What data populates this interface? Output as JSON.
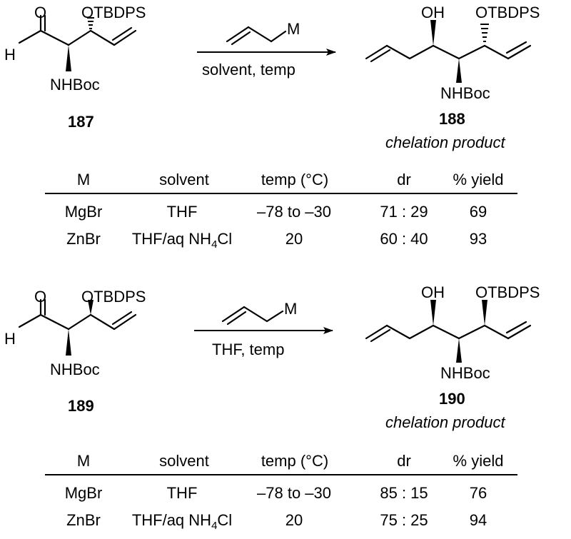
{
  "schemes": [
    {
      "substrate": {
        "protecting_group_top": "OTBDPS",
        "carbonyl_O": "O",
        "aldehyde_H": "H",
        "amine": "NHBoc",
        "compound_number": "187"
      },
      "reagent": {
        "metal": "M",
        "conditions": "solvent, temp"
      },
      "product": {
        "hydroxyl": "OH",
        "protecting_group_top": "OTBDPS",
        "amine": "NHBoc",
        "compound_number": "188",
        "caption": "chelation product"
      },
      "table": {
        "headers": [
          "M",
          "solvent",
          "temp (°C)",
          "dr",
          "% yield"
        ],
        "rows": [
          {
            "M": "MgBr",
            "solvent_main": "THF",
            "solvent_sub": "",
            "solvent_tail": "",
            "temp": "–78 to –30",
            "dr": "71 : 29",
            "yield": "69"
          },
          {
            "M": "ZnBr",
            "solvent_main": "THF/aq NH",
            "solvent_sub": "4",
            "solvent_tail": "Cl",
            "temp": "20",
            "dr": "60 : 40",
            "yield": "93"
          }
        ]
      }
    },
    {
      "substrate": {
        "protecting_group_top": "OTBDPS",
        "carbonyl_O": "O",
        "aldehyde_H": "H",
        "amine": "NHBoc",
        "compound_number": "189"
      },
      "reagent": {
        "metal": "M",
        "conditions": "THF, temp"
      },
      "product": {
        "hydroxyl": "OH",
        "protecting_group_top": "OTBDPS",
        "amine": "NHBoc",
        "compound_number": "190",
        "caption": "chelation product"
      },
      "table": {
        "headers": [
          "M",
          "solvent",
          "temp (°C)",
          "dr",
          "% yield"
        ],
        "rows": [
          {
            "M": "MgBr",
            "solvent_main": "THF",
            "solvent_sub": "",
            "solvent_tail": "",
            "temp": "–78 to –30",
            "dr": "85 : 15",
            "yield": "76"
          },
          {
            "M": "ZnBr",
            "solvent_main": "THF/aq NH",
            "solvent_sub": "4",
            "solvent_tail": "Cl",
            "temp": "20",
            "dr": "75 : 25",
            "yield": "94"
          }
        ]
      }
    }
  ]
}
